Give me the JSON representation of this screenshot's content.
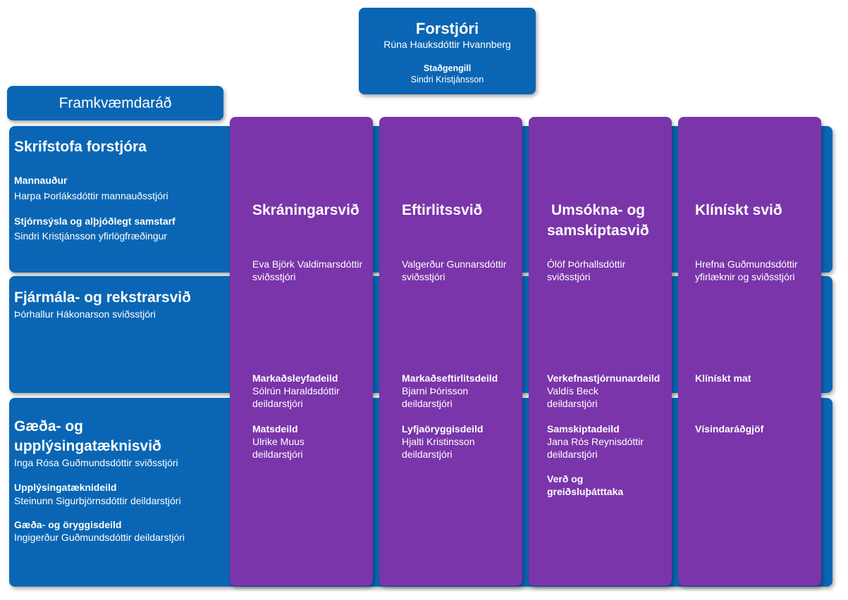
{
  "director": {
    "title": "Forstjóri",
    "name": "Rúna Hauksdóttir Hvannberg",
    "deputy_title": "Staðgengill",
    "deputy_name": "Sindri Kristjánsson"
  },
  "executive_board": "Framkvæmdaráð",
  "rows": [
    {
      "title": "Skrifstofa forstjóra",
      "units": [
        {
          "title": "Mannauður",
          "person": "Harpa Þorláksdóttir mannauðsstjóri"
        },
        {
          "title": "Stjórnsýsla og alþjóðlegt samstarf",
          "person": "Sindri Kristjánsson yfirlögfræðingur"
        }
      ]
    },
    {
      "title": "Fjármála- og rekstrarsvið",
      "head": "Þórhallur Hákonarson sviðsstjóri"
    },
    {
      "title_lines": [
        "Gæða- og",
        "upplýsingatæknisvið"
      ],
      "head": "Inga Rósa Guðmundsdóttir sviðsstjóri",
      "units": [
        {
          "title": "Upplýsingatæknideild",
          "person": "Steinunn Sigurbjörnsdóttir deildarstjóri"
        },
        {
          "title": "Gæða- og öryggisdeild",
          "person": "Ingigerður Guðmundsdóttir deildarstjóri"
        }
      ]
    }
  ],
  "columns": [
    {
      "title_lines": [
        "Skráningarsvið"
      ],
      "head_lines": [
        "Eva Björk Valdimarsdóttir",
        "sviðsstjóri"
      ],
      "units": [
        {
          "title": "Markaðsleyfadeild",
          "lines": [
            "Sólrún Haraldsdóttir",
            "deildarstjóri"
          ]
        },
        {
          "title": "Matsdeild",
          "lines": [
            "Ulrike Muus",
            "deildarstjóri"
          ]
        }
      ]
    },
    {
      "title_lines": [
        "Eftirlitssvið"
      ],
      "head_lines": [
        "Valgerður Gunnarsdóttir",
        "sviðsstjóri"
      ],
      "units": [
        {
          "title": "Markaðseftirlitsdeild",
          "lines": [
            "Bjarni Þórisson",
            "deildarstjóri"
          ]
        },
        {
          "title": "Lyfjaöryggisdeild",
          "lines": [
            "Hjalti Kristinsson",
            "deildarstjóri"
          ]
        }
      ]
    },
    {
      "title_lines": [
        "Umsókna- og",
        "samskiptasvið"
      ],
      "head_lines": [
        "Ólöf Þórhallsdóttir",
        "sviðsstjóri"
      ],
      "units": [
        {
          "title": "Verkefnastjórnunardeild",
          "lines": [
            "Valdís Beck",
            "deildarstjóri"
          ]
        },
        {
          "title": "Samskiptadeild",
          "lines": [
            "Jana Rós Reynisdóttir",
            "deildarstjóri"
          ]
        },
        {
          "title_lines": [
            "Verð og",
            "greiðsluþátttaka"
          ]
        }
      ]
    },
    {
      "title_lines": [
        "Klínískt svið"
      ],
      "head_lines": [
        "Hrefna Guðmundsdóttir",
        "yfirlæknir og sviðsstjóri"
      ],
      "units": [
        {
          "title": "Klínískt mat"
        },
        {
          "title": "Vísindaráðgjöf"
        }
      ]
    }
  ],
  "colors": {
    "blue": "#0a66b4",
    "purple": "#7a35aa"
  }
}
